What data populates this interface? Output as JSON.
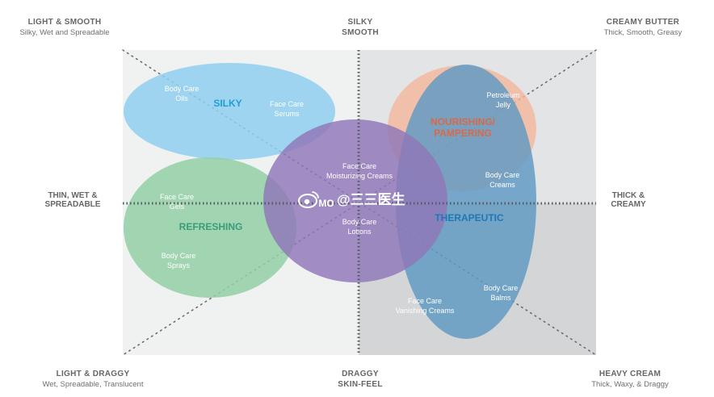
{
  "corners": {
    "top_left": {
      "title": "LIGHT & SMOOTH",
      "subtitle": "Silky, Wet and Spreadable"
    },
    "top_center": {
      "title": "SILKY",
      "title2": "SMOOTH"
    },
    "top_right": {
      "title": "CREAMY BUTTER",
      "subtitle": "Thick, Smooth, Greasy"
    },
    "bottom_left": {
      "title": "LIGHT & DRAGGY",
      "subtitle": "Wet, Spreadable, Translucent"
    },
    "bottom_center": {
      "title": "DRAGGY",
      "title2": "SKIN-FEEL"
    },
    "bottom_right": {
      "title": "HEAVY CREAM",
      "subtitle": "Thick, Waxy, & Draggy"
    }
  },
  "sides": {
    "left": {
      "line1": "THIN, WET &",
      "line2": "SPREADABLE"
    },
    "right": {
      "line1": "THICK &",
      "line2": "CREAMY"
    }
  },
  "categories": {
    "silky": {
      "label": "SILKY",
      "color": "#1e9fd8"
    },
    "refreshing": {
      "label": "REFRESHING",
      "color": "#3a9c7c"
    },
    "nourishing": {
      "line1": "NOURISHING/",
      "line2": "PAMPERING",
      "color": "#d8694a"
    },
    "therapeutic": {
      "label": "THERAPEUTIC",
      "color": "#1f77b8"
    },
    "moisturizing": {
      "label": "MO",
      "color": "#ffffff"
    }
  },
  "products": {
    "body_care_oils": {
      "line1": "Body Care",
      "line2": "Oils"
    },
    "face_care_serums": {
      "line1": "Face Care",
      "line2": "Serums"
    },
    "petroleum_jelly": {
      "line1": "Petroleum",
      "line2": "Jelly"
    },
    "face_care_moist": {
      "line1": "Face Care",
      "line2": "Moisturizing Creams"
    },
    "body_care_creams": {
      "line1": "Body Care",
      "line2": "Creams"
    },
    "face_care_gels": {
      "line1": "Face Care",
      "line2": "Gels"
    },
    "body_care_lotions": {
      "line1": "Body Care",
      "line2": "Lotions"
    },
    "body_care_sprays": {
      "line1": "Body Care",
      "line2": "Sprays"
    },
    "body_care_balms": {
      "line1": "Body Care",
      "line2": "Balms"
    },
    "face_care_vanishing": {
      "line1": "Face Care",
      "line2": "Vanishing Creams"
    }
  },
  "watermark": {
    "text": "@三三医生",
    "icon": "weibo-icon"
  },
  "colors": {
    "silky": "#8fcfee",
    "refreshing": "#93cfa6",
    "nourishing": "#f2b79c",
    "moisturizing": "#8f76b8",
    "therapeutic": "#5e98c2",
    "panel_light": "#f0f1f1",
    "panel_dark": "#d3d5d6"
  }
}
